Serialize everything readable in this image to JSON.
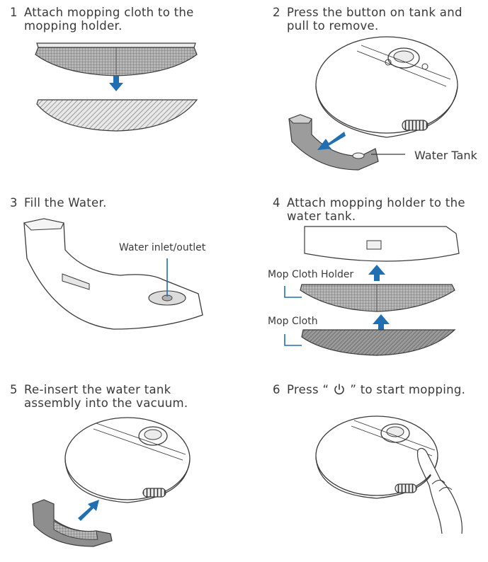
{
  "steps": [
    {
      "number": "1",
      "line1": "Attach mopping cloth to the",
      "line2": "mopping holder."
    },
    {
      "number": "2",
      "line1": "Press the button on tank and",
      "line2": "pull to remove."
    },
    {
      "number": "3",
      "line1": "Fill the Water.",
      "line2": ""
    },
    {
      "number": "4",
      "line1": "Attach mopping holder to the",
      "line2": "water tank."
    },
    {
      "number": "5",
      "line1": "Re-insert the water tank",
      "line2": "assembly into the vacuum."
    },
    {
      "number": "6",
      "prefix": "Press “",
      "suffix": "” to start mopping.",
      "icon": "power-icon"
    }
  ],
  "callouts": {
    "water_tank": "Water Tank",
    "water_inlet": "Water inlet/outlet",
    "mop_cloth_holder": "Mop Cloth Holder",
    "mop_cloth": "Mop Cloth"
  },
  "colors": {
    "arrow": "#1f6fb2",
    "stroke": "#3a3a3a",
    "fill_light": "#f4f4f4",
    "fill_mid": "#cfcfcf",
    "hatch": "#888888"
  }
}
